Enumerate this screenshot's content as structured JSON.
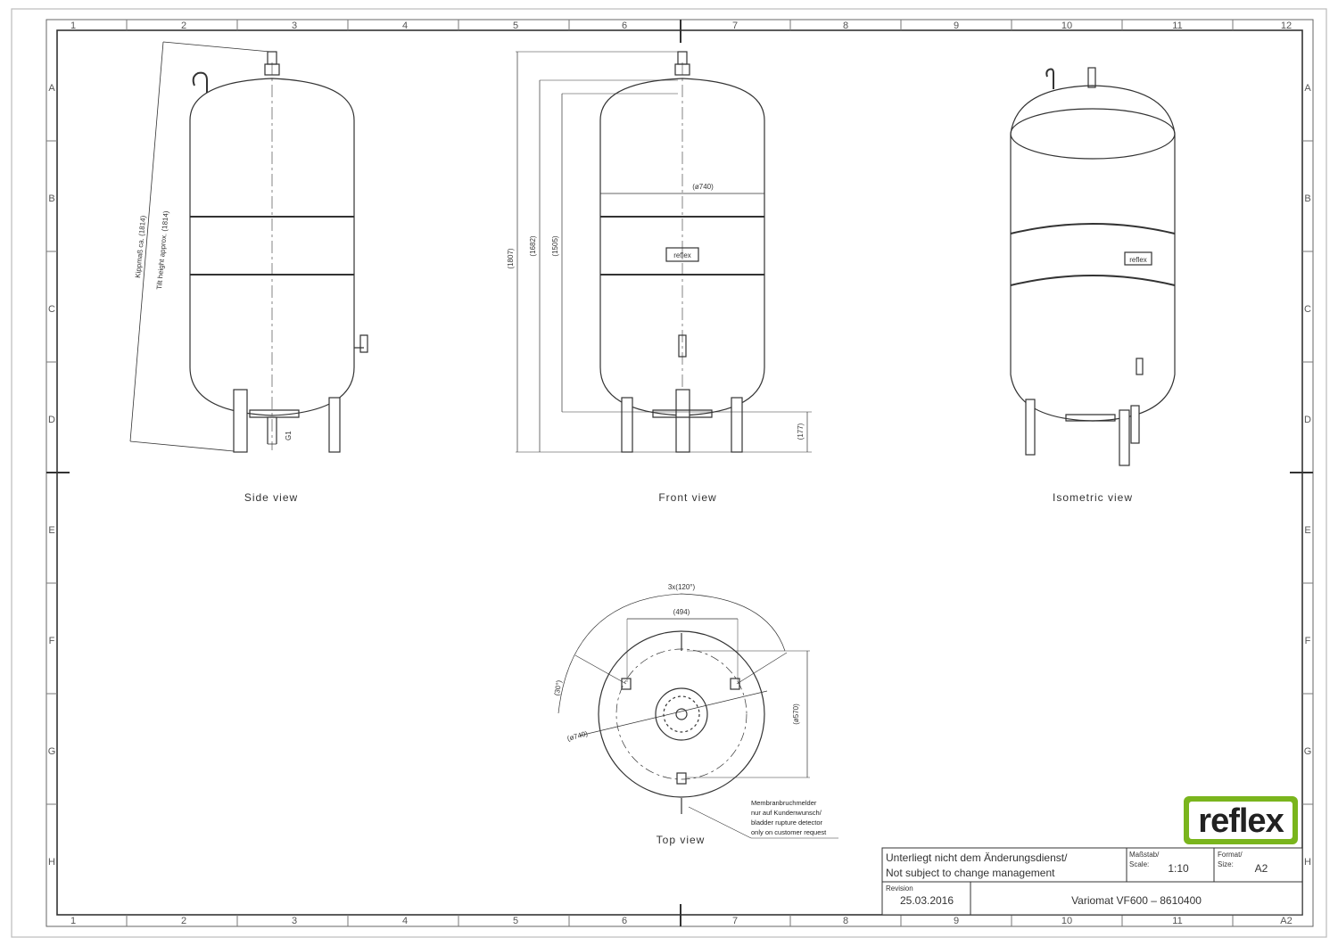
{
  "frame": {
    "columns": [
      "1",
      "2",
      "3",
      "4",
      "5",
      "6",
      "7",
      "8",
      "9",
      "10",
      "11",
      "12"
    ],
    "rows": [
      "A",
      "B",
      "C",
      "D",
      "E",
      "F",
      "G",
      "H"
    ]
  },
  "views": {
    "side": {
      "label": "Side view",
      "tilt_height_de": "Kippmaß ca. (1814)",
      "tilt_height_en": "Tilt height approx. (1814)",
      "connection": "G1"
    },
    "front": {
      "label": "Front view",
      "diameter": "(ø740)",
      "height_total": "(1807)",
      "height_2": "(1682)",
      "height_3": "(1505)",
      "foot_height": "(177)",
      "badge": "reflex"
    },
    "isometric": {
      "label": "Isometric view",
      "badge": "reflex"
    },
    "top": {
      "label": "Top view",
      "angle": "3x(120°)",
      "width_494": "(494)",
      "angle_30": "(30°)",
      "diameter_740": "(ø740)",
      "diameter_570": "(ø570)",
      "note_line1": "Membranbruchmelder",
      "note_line2": "nur auf Kundenwunsch/",
      "note_line3": "bladder rupture detector",
      "note_line4": "only on customer request"
    }
  },
  "logo": {
    "text": "reflex",
    "color": "#7ab51d"
  },
  "title_block": {
    "notice_de": "Unterliegt nicht dem Änderungsdienst/",
    "notice_en": "Not subject to change management",
    "scale_label_de": "Maßstab/",
    "scale_label_en": "Scale:",
    "scale_value": "1:10",
    "format_label_de": "Format/",
    "format_label_en": "Size:",
    "format_value": "A2",
    "revision_label": "Revision",
    "revision_date": "25.03.2016",
    "drawing_title": "Variomat VF600  –  8610400"
  }
}
